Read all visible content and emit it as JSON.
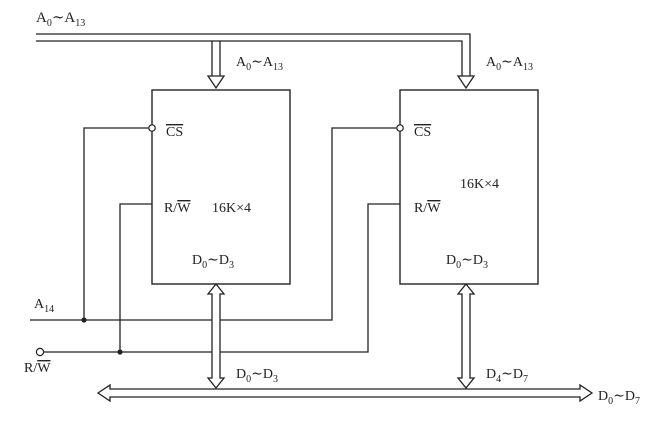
{
  "address_bus": {
    "name": "A",
    "range_from": "0",
    "range_to": "13",
    "tilde": "∼"
  },
  "data_bus": {
    "name": "D",
    "range_from": "0",
    "range_to": "7",
    "tilde": "∼"
  },
  "signals": {
    "a14": {
      "name": "A",
      "sub": "14"
    },
    "rw": {
      "r": "R/",
      "w": "W"
    }
  },
  "chips": [
    {
      "cs": "CS",
      "rw_r": "R/",
      "rw_w": "W",
      "capacity": "16K×4",
      "addr": {
        "name": "A",
        "from": "0",
        "to": "13"
      },
      "data": {
        "name": "D",
        "from": "0",
        "to": "3"
      }
    },
    {
      "cs": "CS",
      "rw_r": "R/",
      "rw_w": "W",
      "capacity": "16K×4",
      "addr": {
        "name": "A",
        "from": "0",
        "to": "13"
      },
      "data": {
        "name": "D",
        "from": "0",
        "to": "3"
      }
    }
  ],
  "bus_taps": [
    {
      "name": "D",
      "from": "0",
      "to": "3"
    },
    {
      "name": "D",
      "from": "4",
      "to": "7"
    }
  ]
}
